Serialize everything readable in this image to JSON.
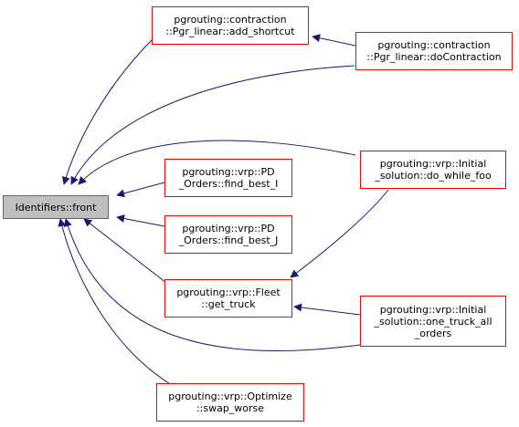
{
  "graph": {
    "root": {
      "lines": [
        "Identifiers::front"
      ]
    },
    "nodes": {
      "add_shortcut": [
        "pgrouting::contraction",
        "::Pgr_linear::add_shortcut"
      ],
      "doContraction": [
        "pgrouting::contraction",
        "::Pgr_linear::doContraction"
      ],
      "find_best_I": [
        "pgrouting::vrp::PD",
        "_Orders::find_best_I"
      ],
      "find_best_J": [
        "pgrouting::vrp::PD",
        "_Orders::find_best_J"
      ],
      "do_while_foo": [
        "pgrouting::vrp::Initial",
        "_solution::do_while_foo"
      ],
      "get_truck": [
        "pgrouting::vrp::Fleet",
        "::get_truck"
      ],
      "one_truck_all_orders": [
        "pgrouting::vrp::Initial",
        "_solution::one_truck_all",
        "_orders"
      ],
      "swap_worse": [
        "pgrouting::vrp::Optimize",
        "::swap_worse"
      ]
    },
    "colors": {
      "node_border": "#ff0000",
      "root_fill": "#bfbfbf",
      "root_border": "#666666",
      "edge": "#191970"
    }
  }
}
